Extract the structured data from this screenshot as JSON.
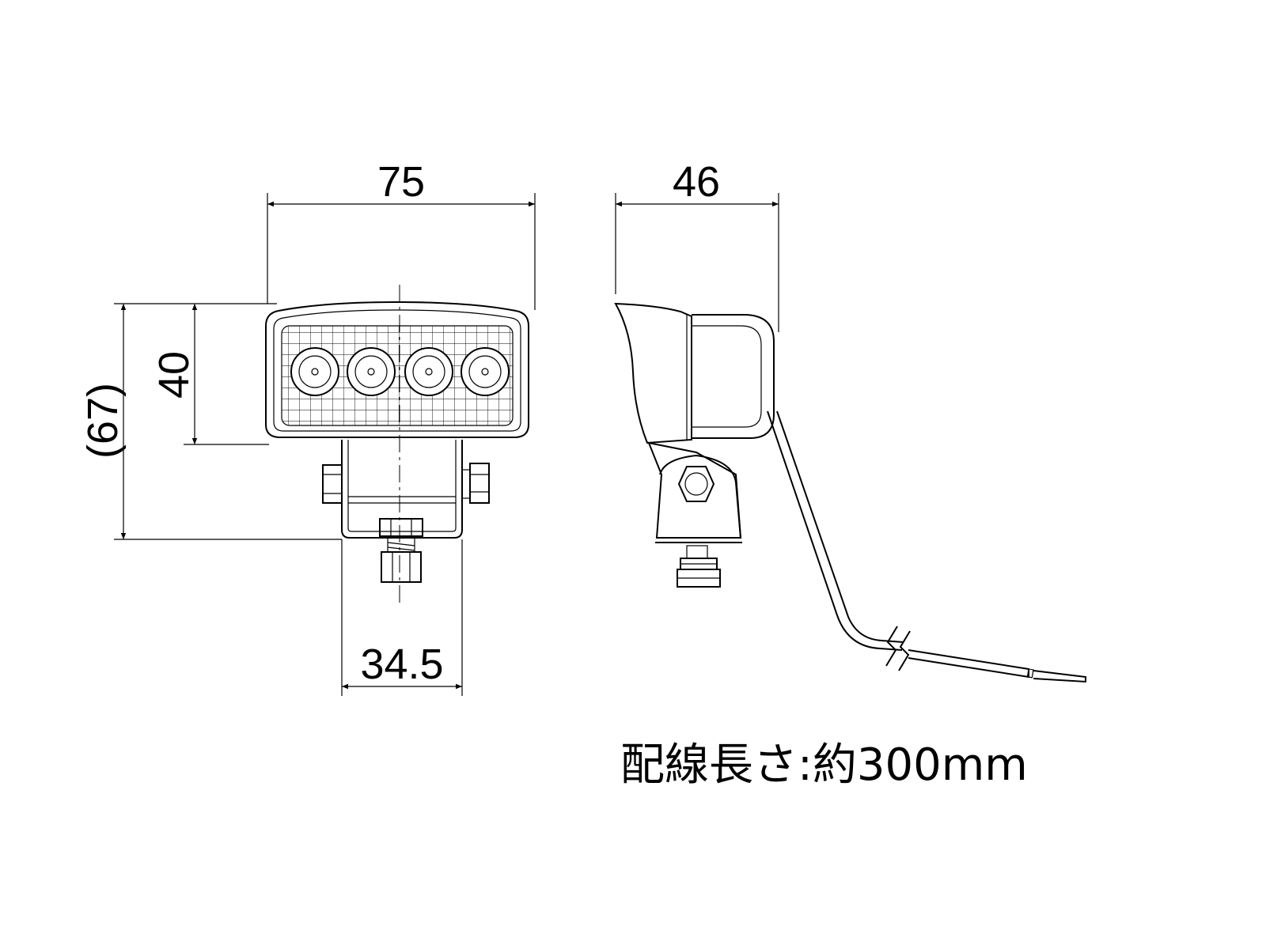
{
  "dimensions": {
    "width": "75",
    "height_lens": "40",
    "height_total": "(67)",
    "depth": "46",
    "bracket_width": "34.5"
  },
  "note": {
    "wiring_length": "配線長さ:約300mm"
  },
  "colors": {
    "line": "#000000",
    "background": "#ffffff"
  }
}
